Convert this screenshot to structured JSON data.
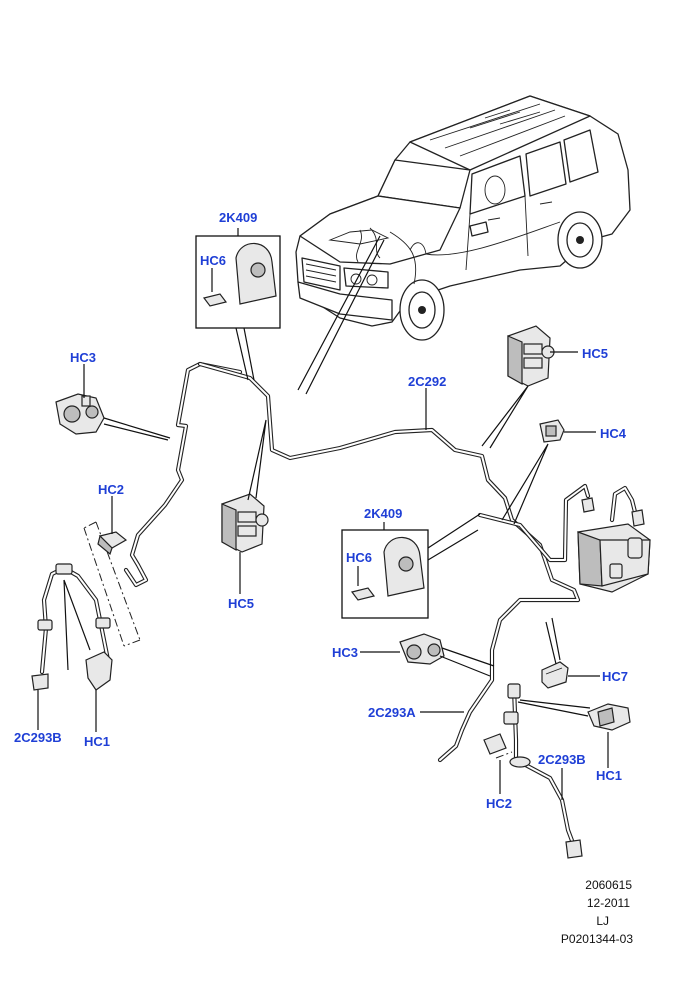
{
  "labels": {
    "kit_top": "2K409",
    "hc6_top": "HC6",
    "hc3_left": "HC3",
    "hc2_left": "HC2",
    "hc5_left": "HC5",
    "hc1_left": "HC1",
    "hose_left": "2C293B",
    "hc5_right": "HC5",
    "pipe_main": "2C292",
    "hc4": "HC4",
    "kit_mid": "2K409",
    "hc6_mid": "HC6",
    "hc3_mid": "HC3",
    "hc7": "HC7",
    "pipe_right": "2C293A",
    "hc1_right": "HC1",
    "hose_right": "2C293B",
    "hc2_right": "HC2"
  },
  "reference": {
    "code": "2060615",
    "date": "12-2011",
    "initials": "LJ",
    "part_ref": "P0201344-03"
  },
  "colors": {
    "label_blue": "#1f3fd6",
    "line": "#222222"
  }
}
